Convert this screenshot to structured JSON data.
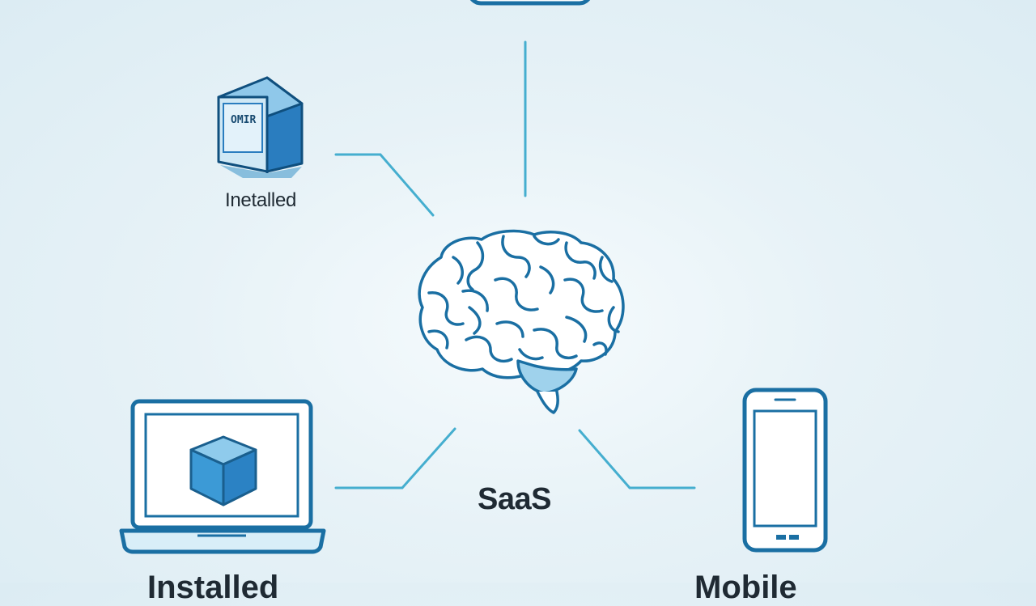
{
  "diagram": {
    "center": {
      "icon": "brain-icon",
      "label": "SaaS"
    },
    "nodes": [
      {
        "id": "top",
        "icon": "rounded-box-icon"
      },
      {
        "id": "installed",
        "icon": "cube-box-icon",
        "label": "Inetalled",
        "box_text": "OMIR"
      },
      {
        "id": "laptop",
        "icon": "laptop-icon",
        "label_partial": "Installed"
      },
      {
        "id": "mobile",
        "icon": "smartphone-icon",
        "label_partial": "Mobile"
      }
    ],
    "colors": {
      "stroke": "#1a6fa3",
      "line": "#45aecf",
      "fill_light": "#bfe0f0",
      "fill_mid": "#4aa8dd",
      "text": "#1f2a33"
    }
  }
}
